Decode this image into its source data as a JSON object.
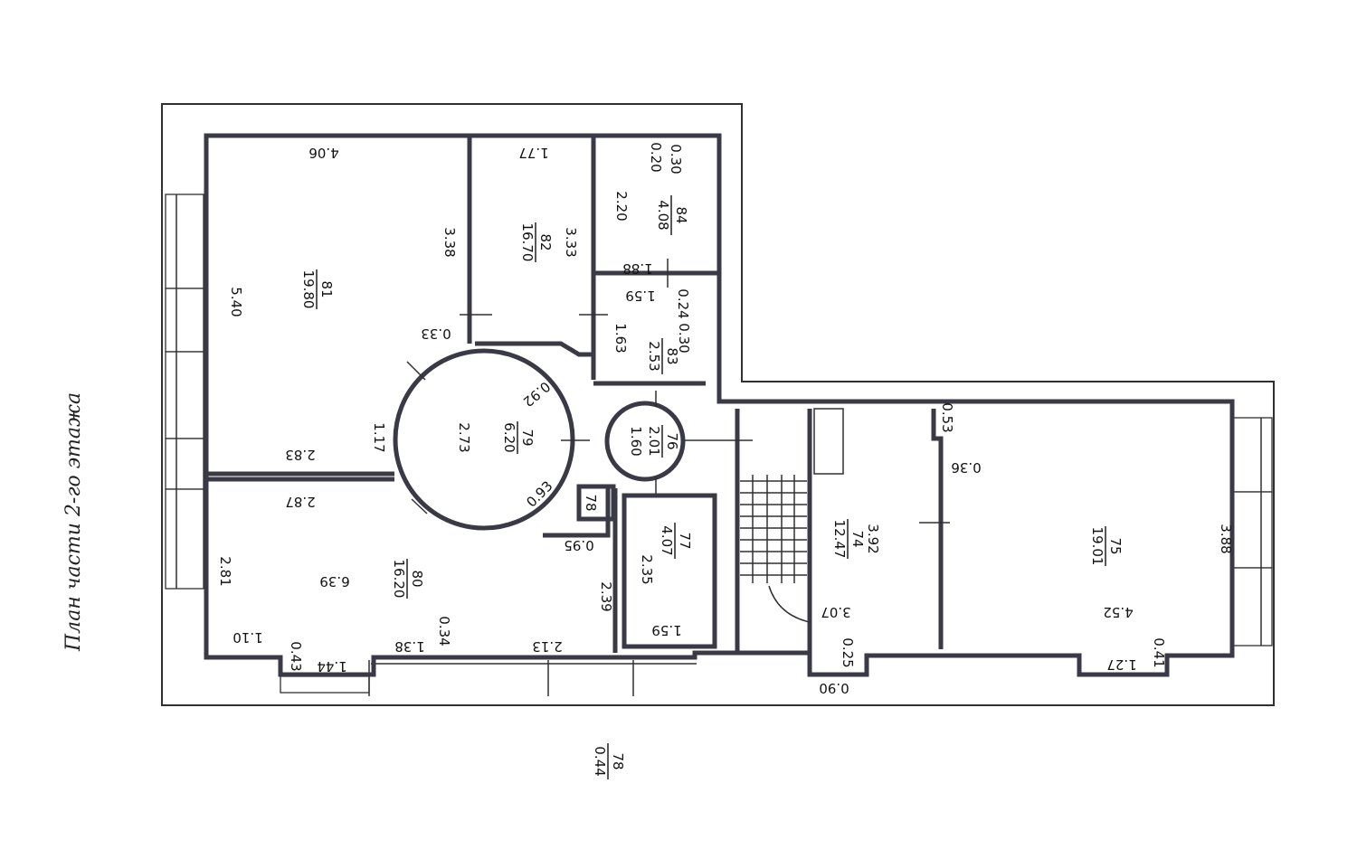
{
  "title": "План части 2-го этажа",
  "rooms": [
    {
      "id": "81",
      "area": "19.80"
    },
    {
      "id": "82",
      "area": "16.70"
    },
    {
      "id": "84",
      "area": "4.08"
    },
    {
      "id": "83",
      "area": "2.53"
    },
    {
      "id": "79",
      "area": "6.20"
    },
    {
      "id": "76",
      "area": "2.01"
    },
    {
      "id": "80",
      "area": "16.20"
    },
    {
      "id": "77",
      "area": "4.07"
    },
    {
      "id": "74",
      "area": "12.47"
    },
    {
      "id": "75",
      "area": "19.01"
    },
    {
      "id": "78",
      "area": "0.44"
    }
  ],
  "small_room_78": "78",
  "dimensions": [
    "4.06",
    "1.77",
    "0.20",
    "0.30",
    "2.20",
    "1.88",
    "3.38",
    "3.33",
    "5.40",
    "0.33",
    "1.59",
    "0.24",
    "1.63",
    "0.30",
    "0.92",
    "1.17",
    "2.83",
    "2.73",
    "1.60",
    "0.53",
    "0.36",
    "2.87",
    "0.93",
    "0.95",
    "6.39",
    "2.81",
    "2.39",
    "2.35",
    "3.92",
    "3.88",
    "3.07",
    "1.10",
    "0.43",
    "1.44",
    "1.38",
    "0.34",
    "2.13",
    "1.59",
    "4.52",
    "0.25",
    "0.90",
    "1.27",
    "0.41"
  ]
}
